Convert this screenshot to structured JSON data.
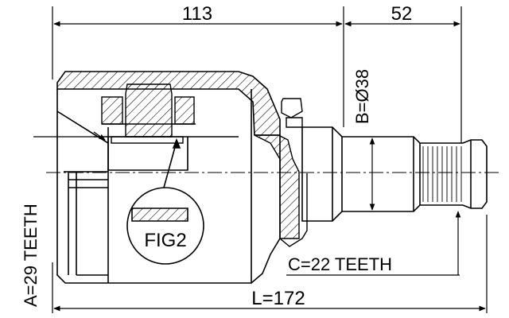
{
  "dimensions": {
    "top_left": "113",
    "top_right": "52",
    "diameter": "B=Ø38",
    "spline_a": "A=29 TEETH",
    "spline_c": "C=22 TEETH",
    "length": "L=172"
  },
  "callout": "FIG2",
  "colors": {
    "line": "#000000",
    "background": "#ffffff"
  }
}
